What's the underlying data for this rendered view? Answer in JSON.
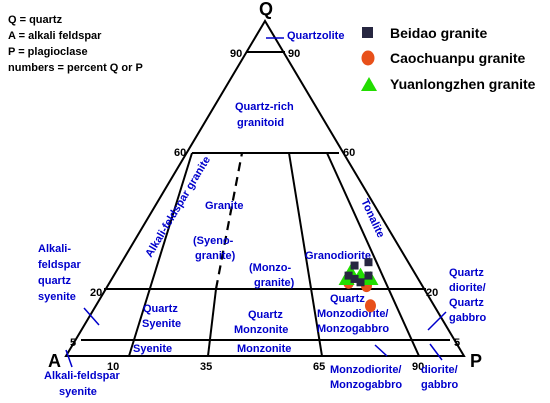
{
  "key": [
    "Q = quartz",
    "A = alkali feldspar",
    "P = plagioclase",
    "numbers = percent Q or P"
  ],
  "apex": {
    "Q": "Q",
    "A": "A",
    "P": "P"
  },
  "ticks": {
    "left_90": "90",
    "right_90": "90",
    "left_60": "60",
    "right_60": "60",
    "left_20": "20",
    "right_20": "20",
    "left_5": "5",
    "right_5": "5",
    "base_10": "10",
    "base_35": "35",
    "base_65": "65",
    "base_90": "90"
  },
  "fields": {
    "quartzolite": "Quartzolite",
    "quartz_rich_1": "Quartz-rich",
    "quartz_rich_2": "granitoid",
    "alkali_feldspar_granite": "Alkali-feldspar granite",
    "granite": "Granite",
    "syenogranite_1": "(Syeno-",
    "syenogranite_2": "granite)",
    "monzogranite_1": "(Monzo-",
    "monzogranite_2": "granite)",
    "granodiorite": "Granodiorite",
    "tonalite": "Tonalite",
    "afqs_1": "Alkali-",
    "afqs_2": "feldspar",
    "afqs_3": "quartz",
    "afqs_4": "syenite",
    "quartz_syenite_1": "Quartz",
    "quartz_syenite_2": "Syenite",
    "quartz_monzonite_1": "Quartz",
    "quartz_monzonite_2": "Monzonite",
    "qmd_1": "Quartz",
    "qmd_2": "Monzodiorite/",
    "qmd_3": "Monzogabbro",
    "qdg_1": "Quartz",
    "qdg_2": "diorite/",
    "qdg_3": "Quartz",
    "qdg_4": "gabbro",
    "syenite": "Syenite",
    "monzonite": "Monzonite",
    "afs_1": "Alkali-feldspar",
    "afs_2": "syenite",
    "md_1": "Monzodiorite/",
    "md_2": "Monzogabbro",
    "dg_1": "diorite/",
    "dg_2": "gabbro"
  },
  "legend": [
    {
      "name": "Beidao granite",
      "marker": "square",
      "color": "#262640"
    },
    {
      "name": "Caochuanpu granite",
      "marker": "circle",
      "color": "#e8501a"
    },
    {
      "name": "Yuanlongzhen granite",
      "marker": "triangle",
      "color": "#22dd00"
    }
  ],
  "colors": {
    "field_label": "#0000cc",
    "line": "#000000"
  },
  "samples": {
    "Beidao granite": [
      [
        27,
        14,
        59
      ],
      [
        28,
        10,
        62
      ],
      [
        24,
        17,
        59
      ],
      [
        24,
        12,
        64
      ],
      [
        22,
        15,
        63
      ],
      [
        23,
        16,
        61
      ]
    ],
    "Caochuanpu granite": [
      [
        22,
        18,
        60
      ],
      [
        21,
        14,
        65
      ],
      [
        15,
        16,
        69
      ]
    ],
    "Yuanlongzhen granite": [
      [
        25,
        16,
        59
      ],
      [
        23,
        18,
        59
      ],
      [
        24,
        14,
        62
      ],
      [
        23,
        12,
        65
      ]
    ]
  }
}
